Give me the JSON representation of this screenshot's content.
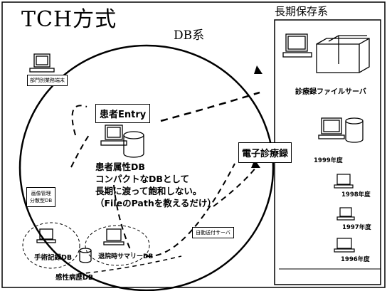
{
  "title": "TCH方式",
  "db_system_label": "DB系",
  "longterm_label": "長期保存系",
  "patient_entry": "患者Entry",
  "ehr_label": "電子診療録",
  "records_server": "診療録ファイルサーバ",
  "patient_db_lines": [
    "患者属性DB",
    "コンパクトなDBとして",
    "長期に渡って飽和しない。",
    "（FileのPathを教えるだけ）"
  ],
  "small_labels": {
    "left_pc": "部門別業務端末",
    "left_box_line1": "画像管理",
    "left_box_line2": "分散型DB",
    "auto_transfer": "自動送付サーバ",
    "discharge_summary": "退院時サマリーDB",
    "surgery_db": "手術記録DB",
    "infection_db": "感性病歴DB"
  },
  "years": [
    "1999年度",
    "1998年度",
    "1997年度",
    "1996年度"
  ]
}
